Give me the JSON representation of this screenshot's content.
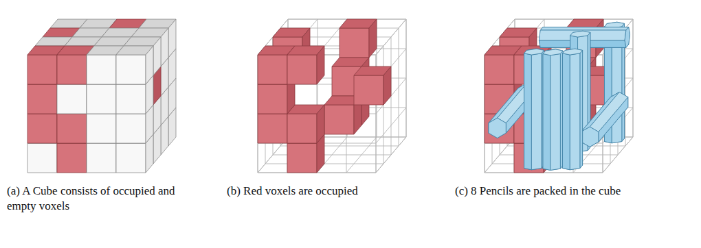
{
  "diagram": {
    "labels": [
      "(a) A Cube consists of occupied and empty voxels",
      "(b) Red voxels are occupied",
      "(c) 8 Pencils are packed in the cube"
    ]
  }
}
